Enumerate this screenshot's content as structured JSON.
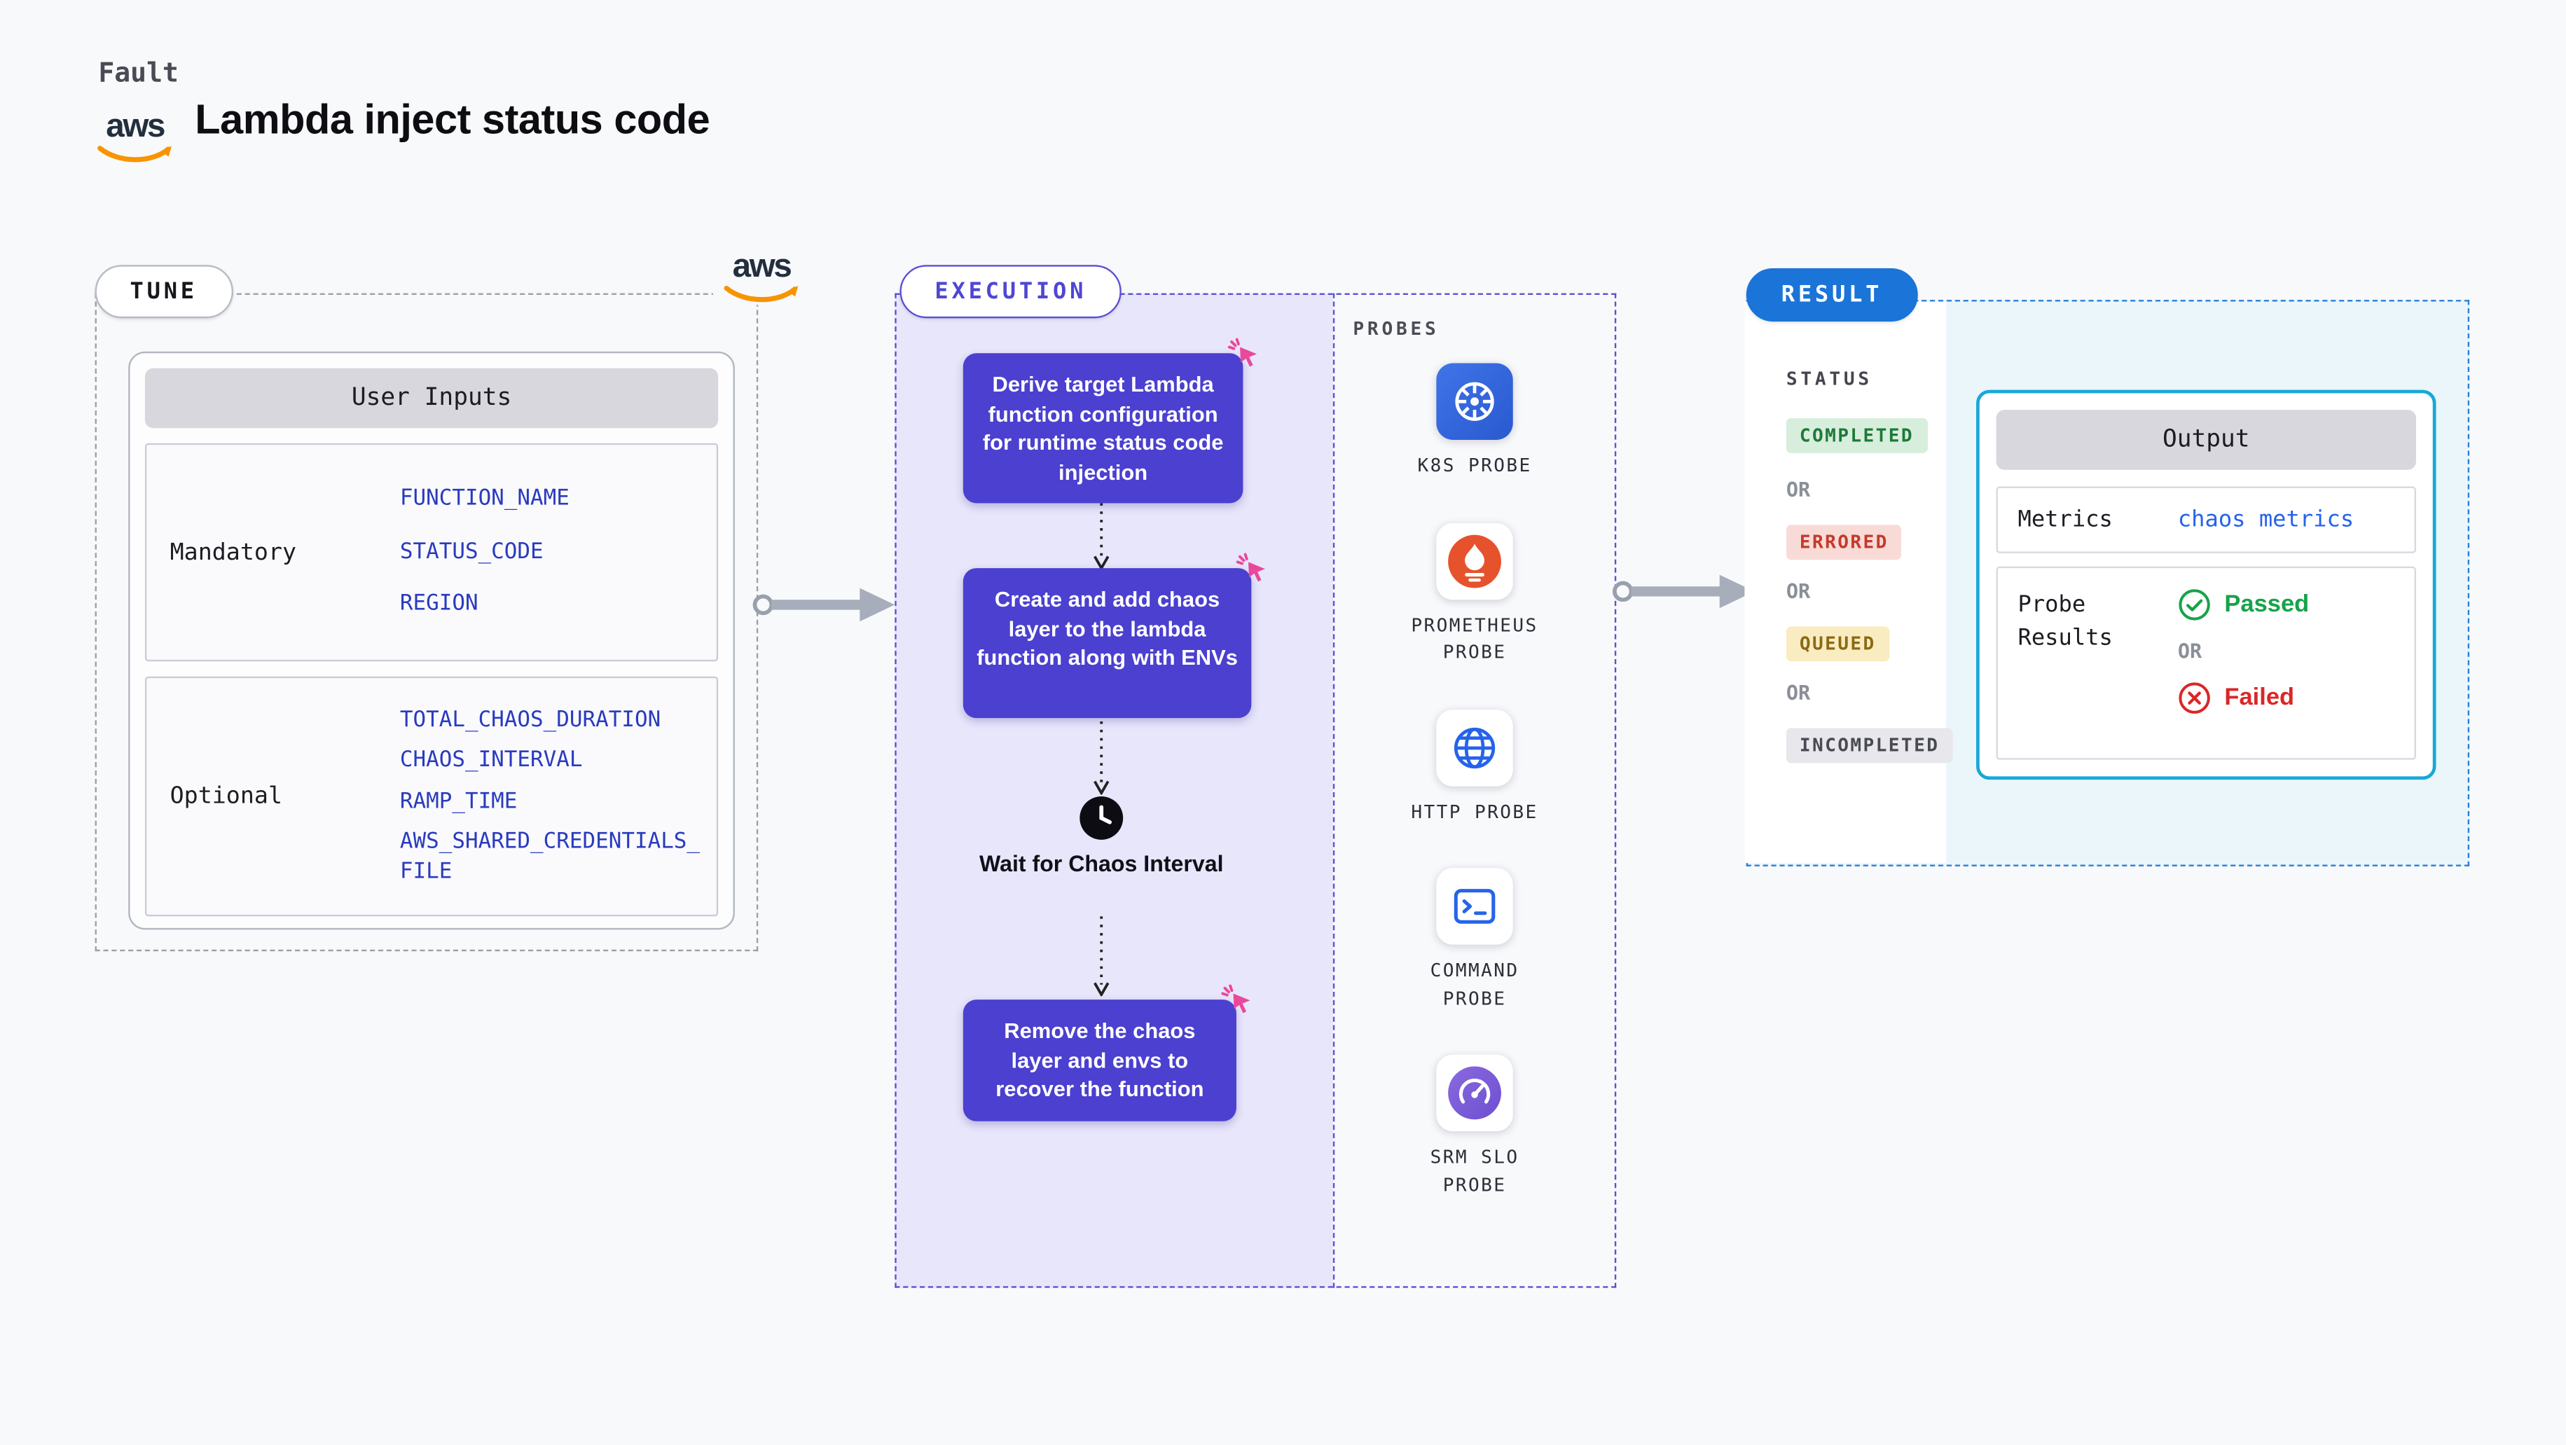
{
  "header": {
    "kicker": "Fault",
    "title": "Lambda inject status code",
    "aws_logo_text": "aws"
  },
  "tune": {
    "label": "TUNE",
    "table_title": "User Inputs",
    "mandatory_label": "Mandatory",
    "optional_label": "Optional",
    "mandatory_fields": [
      "FUNCTION_NAME",
      "STATUS_CODE",
      "REGION"
    ],
    "optional_fields": [
      "TOTAL_CHAOS_DURATION",
      "CHAOS_INTERVAL",
      "RAMP_TIME",
      "AWS_SHARED_CREDENTIALS_FILE"
    ]
  },
  "execution": {
    "label": "EXECUTION",
    "step1": "Derive target Lambda function configuration for runtime status code injection",
    "step2": "Create and add chaos layer to the lambda function along with ENVs",
    "wait": "Wait for Chaos Interval",
    "step3": "Remove the chaos layer and envs to recover the function"
  },
  "probes": {
    "label": "PROBES",
    "items": [
      {
        "name": "K8S PROBE",
        "icon": "kubernetes-icon"
      },
      {
        "name": "PROMETHEUS PROBE",
        "icon": "prometheus-icon"
      },
      {
        "name": "HTTP PROBE",
        "icon": "http-globe-icon"
      },
      {
        "name": "COMMAND PROBE",
        "icon": "terminal-icon"
      },
      {
        "name": "SRM SLO PROBE",
        "icon": "srm-slo-icon"
      }
    ]
  },
  "result": {
    "label": "RESULT",
    "status_title": "STATUS",
    "or_label": "OR",
    "statuses": {
      "completed": "COMPLETED",
      "errored": "ERRORED",
      "queued": "QUEUED",
      "incompleted": "INCOMPLETED"
    },
    "output": {
      "title": "Output",
      "metrics_label": "Metrics",
      "metrics_value": "chaos metrics",
      "probe_results_label": "Probe Results",
      "passed_label": "Passed",
      "failed_label": "Failed"
    }
  },
  "colors": {
    "accent_purple": "#4b40cf",
    "accent_blue": "#1b74d8",
    "completed_green": "#1d7a38",
    "errored_red": "#c53a2c",
    "queued_yellow": "#8a6a14",
    "link_blue": "#2563eb",
    "click_pink": "#e9489b",
    "aws_orange": "#f79400"
  }
}
